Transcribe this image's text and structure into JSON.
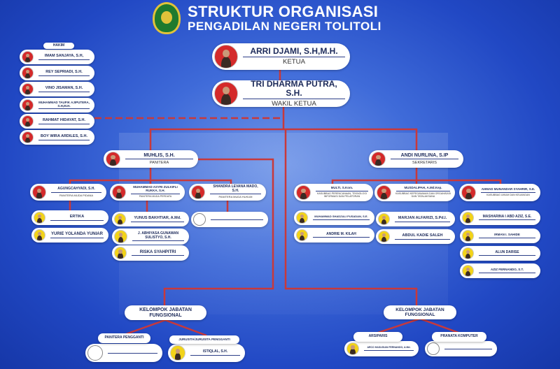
{
  "header": {
    "title": "STRUKTUR ORGANISASI",
    "subtitle": "PENGADILAN  NEGERI TOLITOLI"
  },
  "ketua": {
    "name": "ARRI DJAMI, S.H,M.H.",
    "role": "KETUA"
  },
  "wakil": {
    "name": "TRI DHARMA PUTRA, S.H.",
    "role": "WAKIL KETUA"
  },
  "hakim": {
    "label": "HAKIM",
    "members": [
      "IMAM SANJAYA, S.H,",
      "REY SEPRIADI, S.H.",
      "VINO JISAMAN, S.H.",
      "MUHAMMAD TAUFIK AJIPUTERA, S.H,M.H.",
      "RAHMAT HIDAYAT, S.H.",
      "BOY WIRA ARDILES, S.H."
    ]
  },
  "panitera": {
    "name": "MUHLIS, S.H.",
    "role": "PANITERA"
  },
  "sekretaris": {
    "name": "ANDI NURLINA, S.IP",
    "role": "SEKRETARIS"
  },
  "pm_pidana": {
    "name": "AGUNGCAHYADI, S.H.",
    "role": "PANITERA MUDA PIDANA",
    "staff": [
      "ERTIKA",
      "YURIE YOLANDA YUNIAR"
    ]
  },
  "pm_perdata": {
    "name": "MUHAMMAD ASYRI ZULKIFLI RUKKA, S.H.",
    "role": "PANITERA MUDA PERDATA",
    "staff": [
      "YUNUS BAKHTIAR, A.Md.",
      "J. ABHIYASA GUNAWAN SULISTYO, S.H.",
      "RISKA SYAHPITRI"
    ]
  },
  "pm_hukum": {
    "name": "SHANDRA LEVANA MADO, S.H.",
    "role": "PANITERA MUDA HUKUM",
    "staff": [
      ""
    ]
  },
  "kasubbag_ptip": {
    "name": "MULTI, S.Kom.",
    "role": "KASUBBAG PERENCANAAN, TEKNOLOGI INFORMASI DAN PELAPORAN",
    "staff": [
      "MUHAMMAD SHADZALI PUSADAN, S.E.",
      "ANDRIE M. KILAH"
    ]
  },
  "kasubbag_kepeg": {
    "name": "MUSDALIPAH, A.Md.Kep.",
    "role": "KASUBBAG KEPEGAWAIAN DAN ORGANISASI DAN TATALAKSANA",
    "staff": [
      "MARJAN ALFARIZI, S.Pd.I.",
      "ABDUL KADIE SALEH"
    ]
  },
  "kasubbag_umum": {
    "name": "AHMAD MUNANDAR SYAHRIR, S.E.",
    "role": "KASUBBAG UMUM DAN KEUANGAN",
    "staff": [
      "MASHARINA I ABD AZIZ, S.E.",
      "IRMAN I. SAHIDE",
      "ALUN DARISE",
      "AZIZ FERNANDO, S.T."
    ]
  },
  "jf_left": {
    "label": "KELOMPOK JABATAN FUNGSIONAL",
    "panitera_pengganti": {
      "label": "PANITERA  PENGGANTI",
      "name": ""
    },
    "jurusita": {
      "label": "JURUSITA/JURUSITA PENGGANTI",
      "name": "ISTIQLAL, S.H."
    }
  },
  "jf_right": {
    "label": "KELOMPOK JABATAN FUNGSIONAL",
    "arsiparis": {
      "label": "ARSIPARIS",
      "name": "ARCO HASUGIAN FERNANDO, A.Md."
    },
    "pranata": {
      "label": "PRANATA KOMPUTER",
      "name": ""
    }
  },
  "colors": {
    "line": "#c8393b",
    "accent": "#1c2a5a"
  }
}
